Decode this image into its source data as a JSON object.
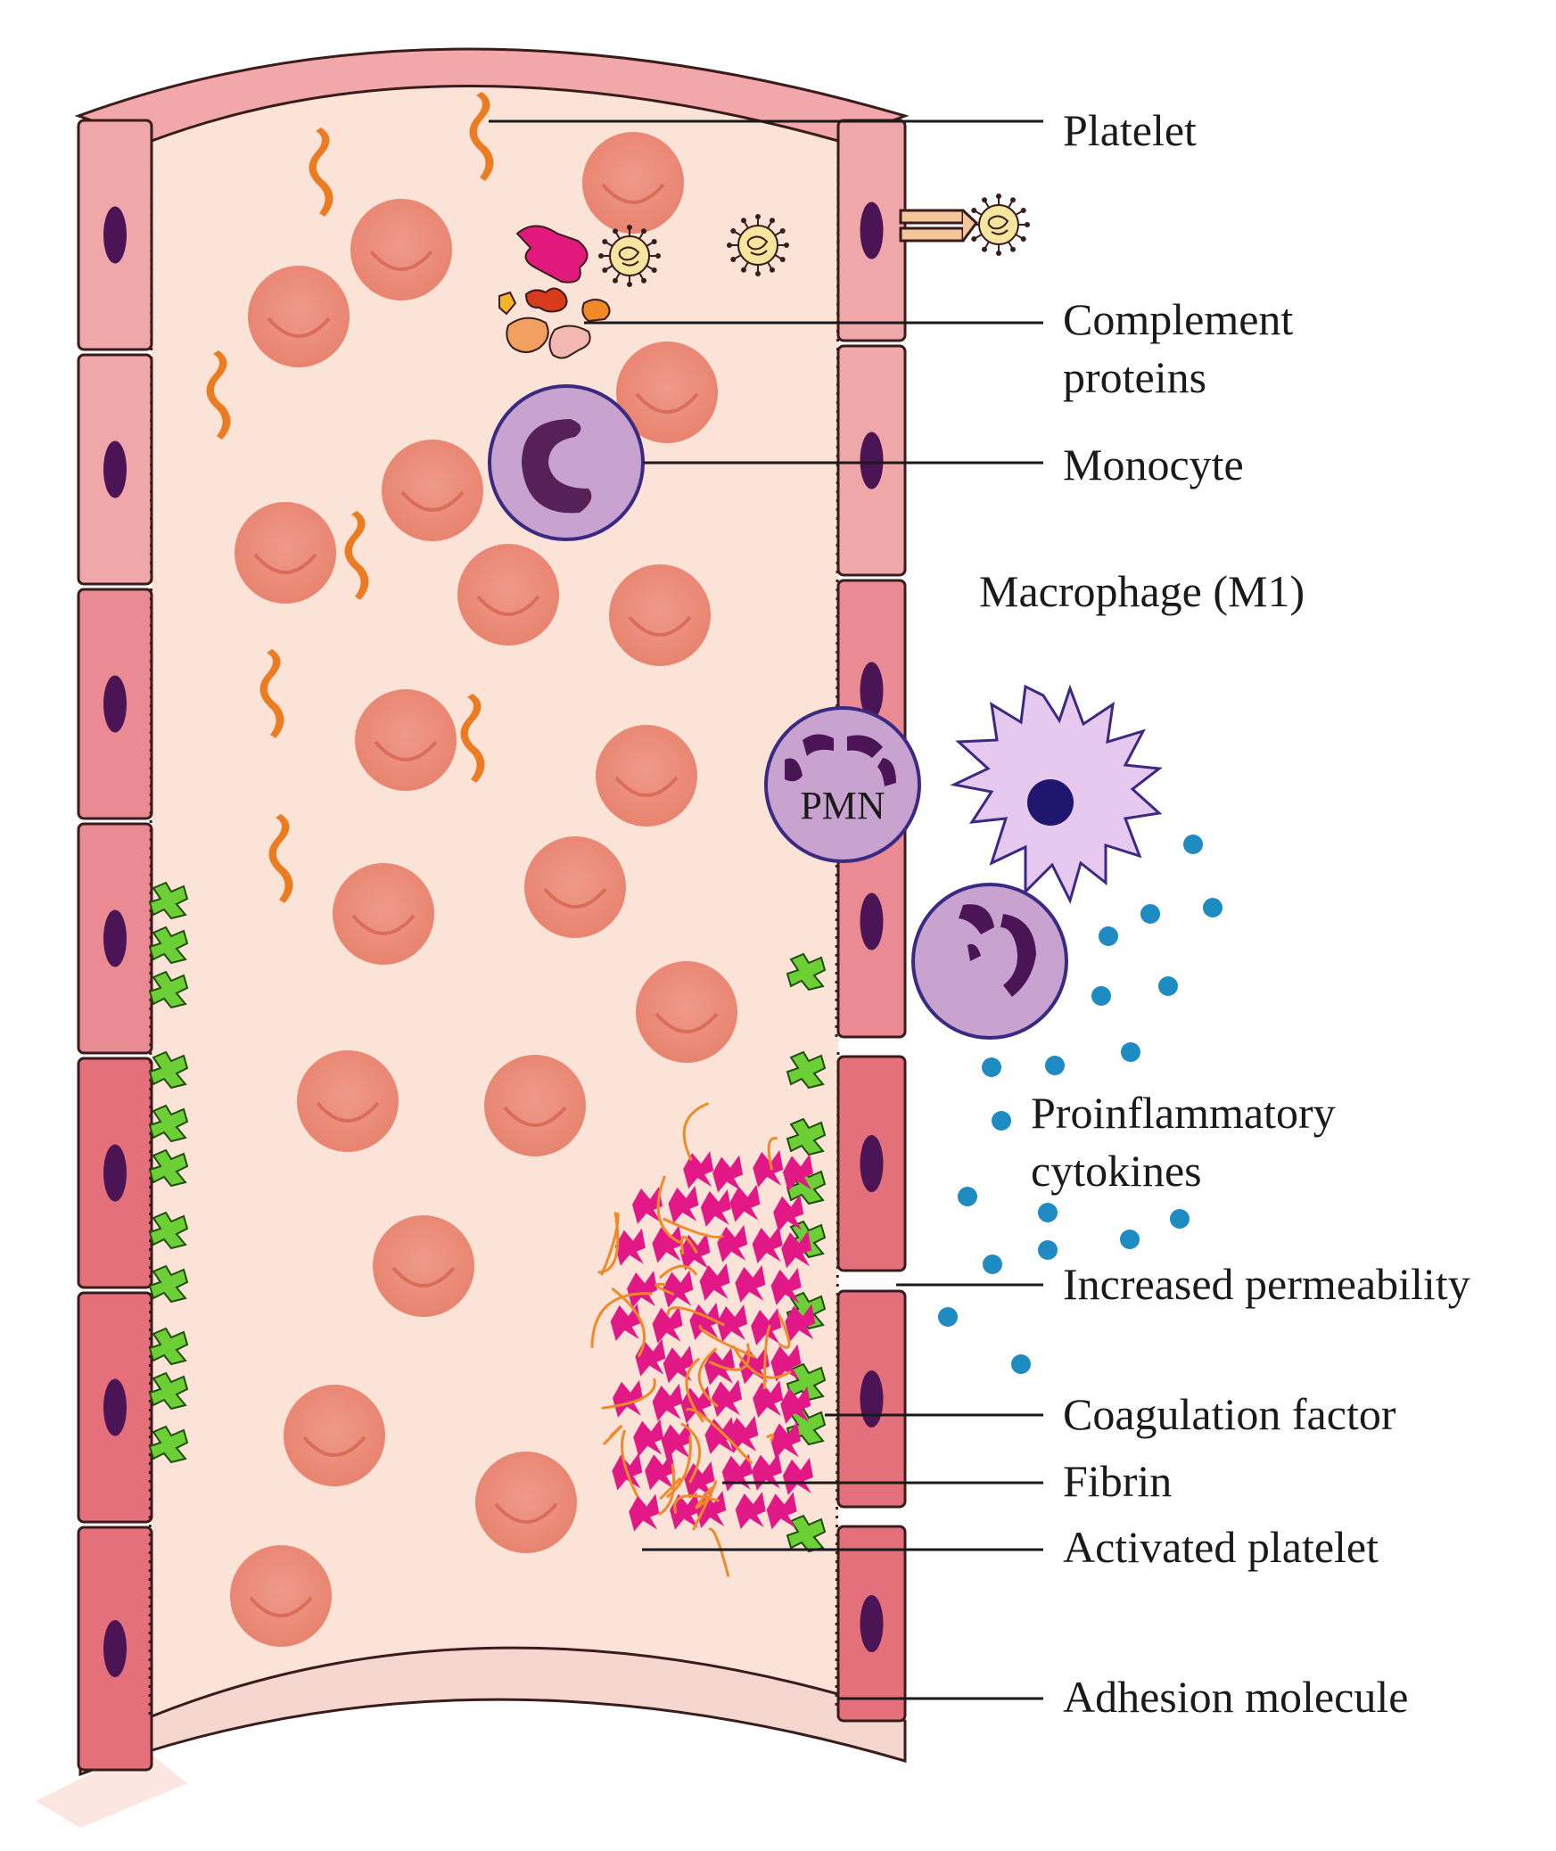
{
  "labels": {
    "platelet": "Platelet",
    "complement_line1": "Complement",
    "complement_line2": "proteins",
    "monocyte": "Monocyte",
    "macrophage": "Macrophage (M1)",
    "pmn": "PMN",
    "cytokines_line1": "Proinflammatory",
    "cytokines_line2": "cytokines",
    "permeability": "Increased permeability",
    "coagulation": "Coagulation factor",
    "fibrin": "Fibrin",
    "activated_platelet": "Activated platelet",
    "adhesion": "Adhesion molecule"
  },
  "colors": {
    "lumen": "#fbe3d8",
    "vessel_wall_light": "#f0a7a9",
    "vessel_wall_dark": "#e4707c",
    "endothelial_nucleus": "#4b1455",
    "red_blood_cell": "#ec8f7f",
    "platelet": "#ec7c22",
    "monocyte": "#c9a3cf",
    "monocyte_nucleus": "#562058",
    "macrophage": "#e7c9ef",
    "cytokine": "#1e8bc3",
    "coagulation_factor": "#6ccf35",
    "fibrin": "#f08a28",
    "activated_platelet": "#e11885",
    "virus": "#f6e6a0"
  },
  "icons": [
    "virus-icon",
    "receptor-icon",
    "complement-icon",
    "red-blood-cell-icon",
    "platelet-icon",
    "cytokine-icon",
    "coagulation-factor-icon",
    "fibrin-mesh-icon"
  ]
}
